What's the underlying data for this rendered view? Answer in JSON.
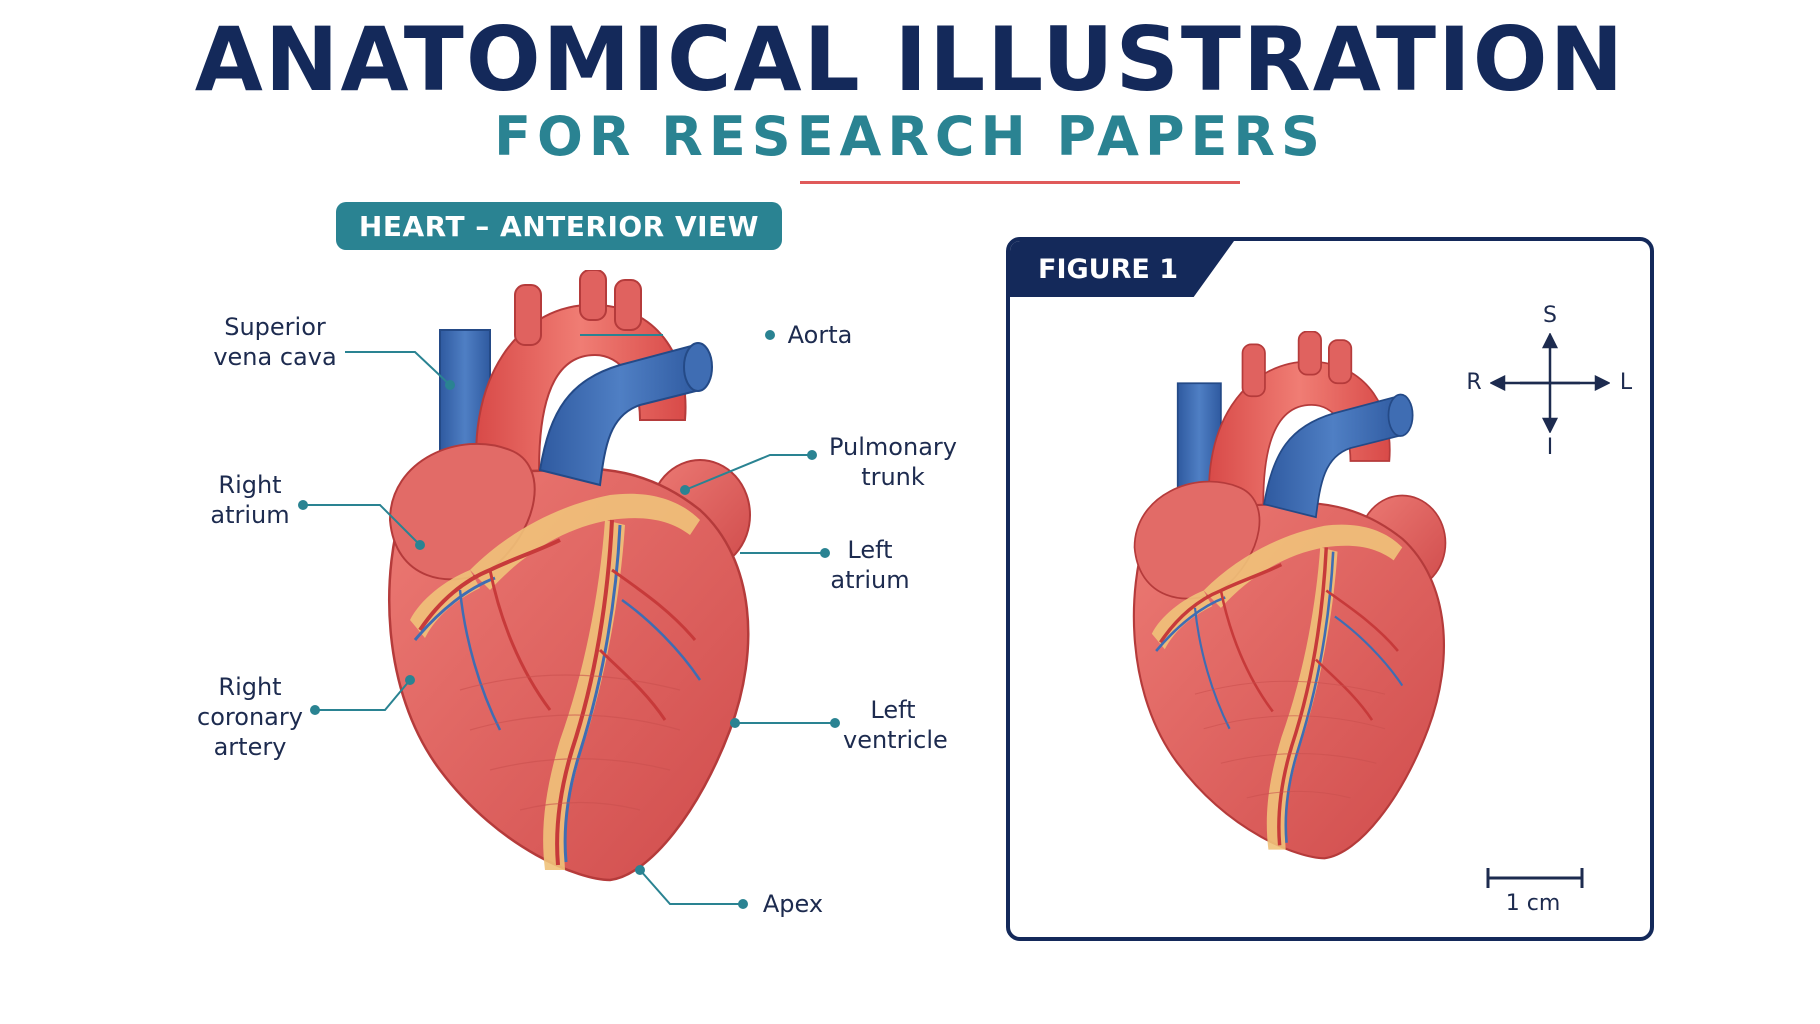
{
  "header": {
    "title": "ANATOMICAL ILLUSTRATION",
    "subtitle": "FOR RESEARCH PAPERS"
  },
  "left_panel": {
    "section_title": "HEART – ANTERIOR VIEW",
    "labels": {
      "svc": [
        "Superior",
        "vena cava"
      ],
      "aorta": [
        "Aorta"
      ],
      "pulmonary": [
        "Pulmonary",
        "trunk"
      ],
      "right_atrium": [
        "Right",
        "atrium"
      ],
      "left_atrium": [
        "Left",
        "atrium"
      ],
      "rca": [
        "Right",
        "coronary",
        "artery"
      ],
      "left_ventricle": [
        "Left",
        "ventricle"
      ],
      "apex": [
        "Apex"
      ]
    }
  },
  "figure_panel": {
    "tab_label": "FIGURE 1",
    "compass": {
      "superior": "S",
      "inferior": "I",
      "right": "R",
      "left": "L"
    },
    "scale_bar_label": "1 cm"
  },
  "colors": {
    "navy": "#14295a",
    "teal": "#2a8392",
    "accent_red": "#e05a5a",
    "heart_red": "#e0625f",
    "vessel_blue": "#3f6db3",
    "fat_yellow": "#f0c27a"
  }
}
